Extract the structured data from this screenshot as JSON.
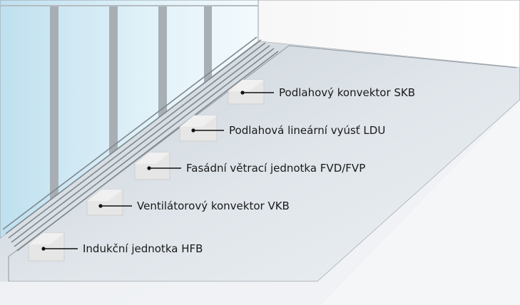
{
  "diagram": {
    "labels": [
      {
        "id": "skb",
        "text": "Podlahový konvektor SKB"
      },
      {
        "id": "ldu",
        "text": "Podlahová lineární vyúsť LDU"
      },
      {
        "id": "fvd",
        "text": "Fasádní větrací jednotka FVD/FVP"
      },
      {
        "id": "vkb",
        "text": "Ventilátorový konvektor VKB"
      },
      {
        "id": "hfb",
        "text": "Indukční jednotka HFB"
      }
    ]
  },
  "colors": {
    "floor": "#dde3e8",
    "window": "#d8edf6",
    "mullion": "#a9b0b6",
    "box": "#e4e4e4",
    "line": "#8f979e"
  }
}
